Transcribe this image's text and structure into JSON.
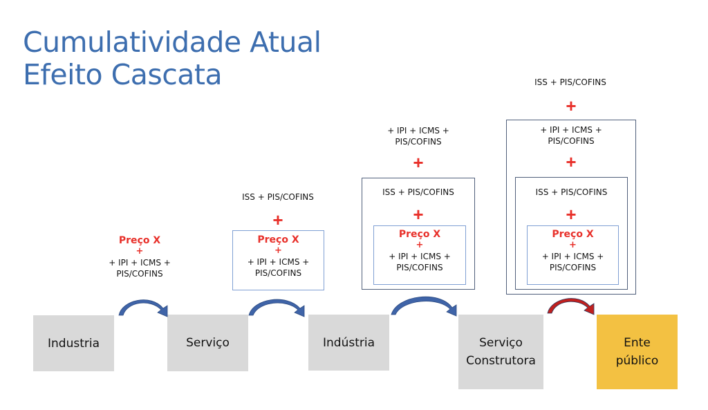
{
  "title": {
    "line1": "Cumulatividade Atual",
    "line2": "Efeito Cascata"
  },
  "colors": {
    "title": "#3d6eaf",
    "accent_red": "#e8302a",
    "node_gray": "#d9d9d9",
    "node_gold": "#f3c142",
    "arrow_blue": "#3f64a8",
    "arrow_red": "#c0201e",
    "box_light": "#7f9fd3",
    "box_dark": "#4f5e7a"
  },
  "nodes": [
    {
      "label": "Industria"
    },
    {
      "label": "Serviço"
    },
    {
      "label": "Indústria"
    },
    {
      "label": "Serviço Construtora",
      "line1": "Serviço",
      "line2": "Construtora"
    },
    {
      "label": "Ente público",
      "line1": "Ente",
      "line2": "público"
    }
  ],
  "arrows": [
    {
      "from": "Industria",
      "to": "Serviço",
      "color": "blue"
    },
    {
      "from": "Serviço",
      "to": "Indústria",
      "color": "blue"
    },
    {
      "from": "Indústria",
      "to": "Serviço Construtora",
      "color": "blue"
    },
    {
      "from": "Serviço Construtora",
      "to": "Ente público",
      "color": "red"
    }
  ],
  "stages": {
    "s1": {
      "price": "Preço X",
      "plus": "+",
      "taxes_line1": "+ IPI + ICMS +",
      "taxes_line2": "PIS/COFINS"
    },
    "s2": {
      "top": "ISS + PIS/COFINS",
      "plus": "+",
      "price": "Preço X",
      "inner_plus": "+",
      "taxes_line1": "+ IPI + ICMS +",
      "taxes_line2": "PIS/COFINS"
    },
    "s3": {
      "top_line1": "+ IPI + ICMS +",
      "top_line2": "PIS/COFINS",
      "plus": "+",
      "mid": "ISS + PIS/COFINS",
      "mid_plus": "+",
      "price": "Preço X",
      "inner_plus": "+",
      "taxes_line1": "+ IPI + ICMS +",
      "taxes_line2": "PIS/COFINS"
    },
    "s4": {
      "top": "ISS + PIS/COFINS",
      "plus": "+",
      "outer_line1": "+ IPI + ICMS +",
      "outer_line2": "PIS/COFINS",
      "outer_plus": "+",
      "mid": "ISS + PIS/COFINS",
      "mid_plus": "+",
      "price": "Preço X",
      "inner_plus": "+",
      "taxes_line1": "+ IPI + ICMS +",
      "taxes_line2": "PIS/COFINS"
    }
  }
}
